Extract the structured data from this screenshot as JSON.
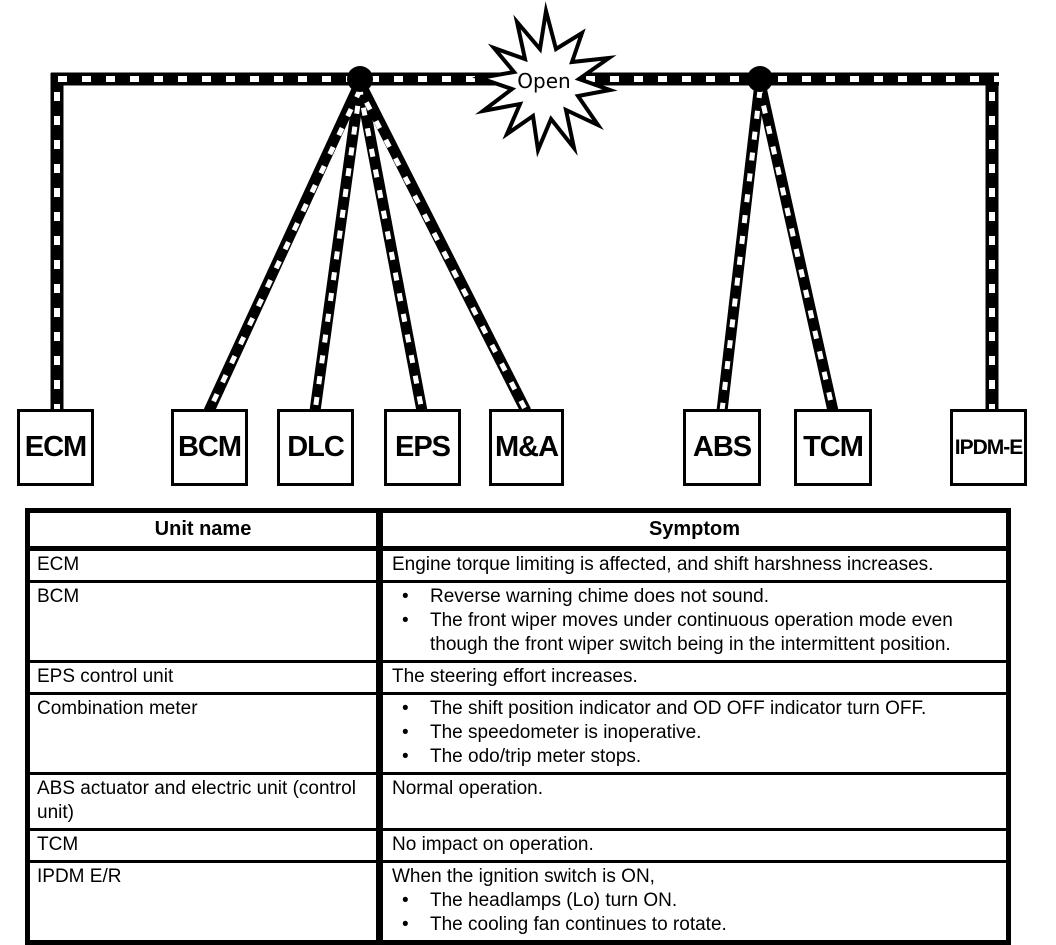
{
  "colors": {
    "ink": "#000000",
    "paper": "#ffffff"
  },
  "diagram": {
    "open_label": "Open",
    "nodes": [
      {
        "label": "ECM"
      },
      {
        "label": "BCM"
      },
      {
        "label": "DLC"
      },
      {
        "label": "EPS"
      },
      {
        "label": "M&A"
      },
      {
        "label": "ABS"
      },
      {
        "label": "TCM"
      },
      {
        "label": "IPDM-E"
      }
    ]
  },
  "table": {
    "headers": {
      "unit": "Unit name",
      "symptom": "Symptom"
    },
    "rows": [
      {
        "unit": "ECM",
        "symptom": {
          "text": "Engine torque limiting is affected, and shift harshness increases."
        }
      },
      {
        "unit": "BCM",
        "symptom": {
          "bullets": [
            "Reverse warning chime does not sound.",
            "The front wiper moves under continuous operation mode even though the front wiper switch being in the intermittent position."
          ]
        }
      },
      {
        "unit": "EPS control unit",
        "symptom": {
          "text": "The steering effort increases."
        }
      },
      {
        "unit": "Combination meter",
        "symptom": {
          "bullets": [
            "The shift position indicator and OD OFF indicator turn OFF.",
            "The speedometer is inoperative.",
            "The odo/trip meter stops."
          ]
        }
      },
      {
        "unit": "ABS actuator and electric unit (control unit)",
        "symptom": {
          "text": "Normal operation."
        }
      },
      {
        "unit": "TCM",
        "symptom": {
          "text": "No impact on operation."
        }
      },
      {
        "unit": "IPDM E/R",
        "symptom": {
          "text": "When the ignition switch is ON,",
          "bullets": [
            "The headlamps (Lo) turn ON.",
            "The cooling fan continues to rotate."
          ]
        }
      }
    ]
  }
}
